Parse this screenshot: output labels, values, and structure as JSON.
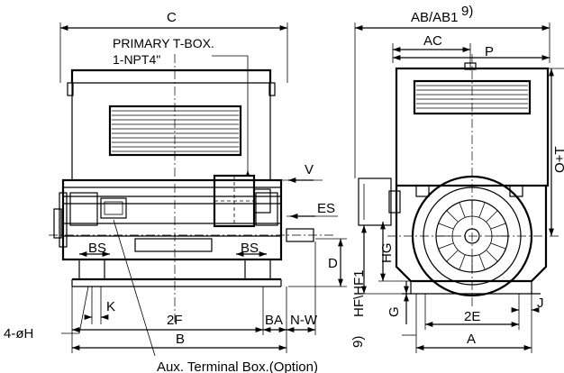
{
  "labels": {
    "c": "C",
    "primary_tbox_line1": "PRIMARY T-BOX.",
    "primary_tbox_line2": "1-NPT4\"",
    "v": "V",
    "es": "ES",
    "bs_left": "BS",
    "bs_right": "BS",
    "d": "D",
    "k": "K",
    "two_f": "2F",
    "ba": "BA",
    "n_w": "N-W",
    "b": "B",
    "four_phi_h": "4-øH",
    "aux_terminal": "Aux. Terminal Box.(Option)",
    "ab_ab1": "AB/AB1",
    "ab_note": "9)",
    "ac": "AC",
    "p": "P",
    "o_t": "O+T",
    "hg": "HG",
    "hf_hf1": "HF\\HF1",
    "hf_note": "9)",
    "g": "G",
    "two_e": "2E",
    "j": "J",
    "a": "A"
  }
}
